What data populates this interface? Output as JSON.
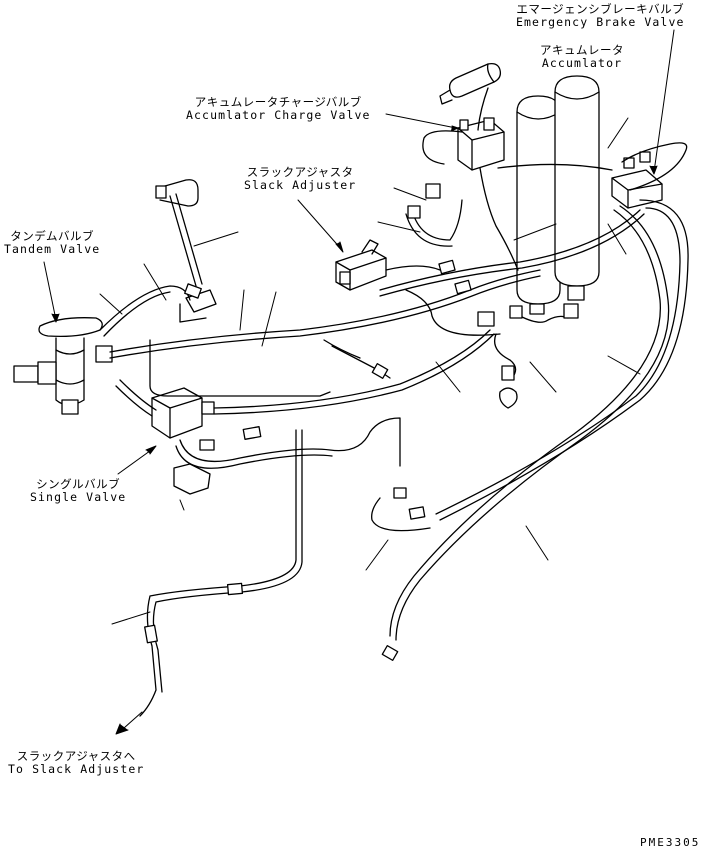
{
  "labels": {
    "emergency_brake_valve": {
      "jp": "エマージェンシブレーキバルブ",
      "en": "Emergency Brake Valve"
    },
    "accumulator": {
      "jp": "アキュムレータ",
      "en": "Accumlator"
    },
    "accumulator_charge_valve": {
      "jp": "アキュムレータチャージバルブ",
      "en": "Accumlator Charge Valve"
    },
    "slack_adjuster": {
      "jp": "スラックアジャスタ",
      "en": "Slack Adjuster"
    },
    "tandem_valve": {
      "jp": "タンデムバルブ",
      "en": "Tandem Valve"
    },
    "single_valve": {
      "jp": "シングルバルブ",
      "en": "Single Valve"
    },
    "to_slack_adjuster": {
      "jp": "スラックアジャスタへ",
      "en": "To Slack Adjuster"
    }
  },
  "drawing_code": "PME3305",
  "colors": {
    "line": "#000000",
    "background": "#ffffff"
  }
}
